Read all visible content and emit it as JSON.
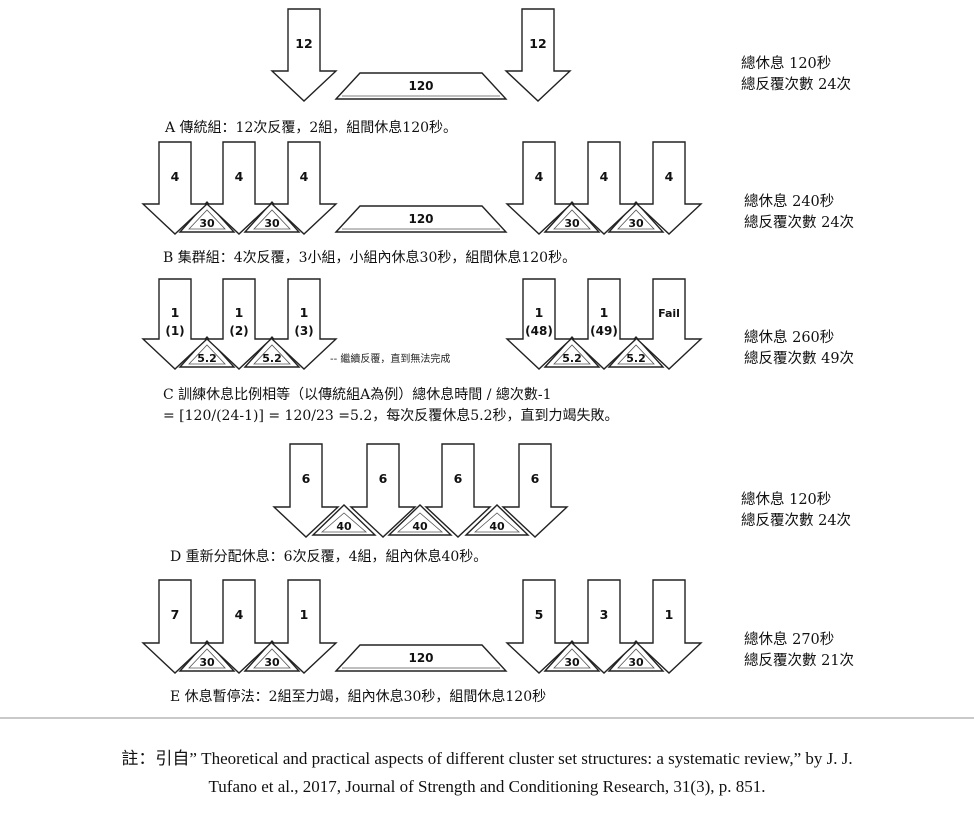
{
  "rows": [
    {
      "id": "A",
      "arrows": [
        {
          "label": "12",
          "sub": ""
        },
        {
          "label": "12",
          "sub": ""
        }
      ],
      "rests": [
        "120"
      ],
      "note": "",
      "caption": [
        "A 傳統組：12次反覆，2組，組間休息120秒。"
      ],
      "totals": [
        "總休息 120秒",
        "總反覆次數 24次"
      ]
    },
    {
      "id": "B",
      "arrows": [
        {
          "label": "4",
          "sub": ""
        },
        {
          "label": "4",
          "sub": ""
        },
        {
          "label": "4",
          "sub": ""
        },
        {
          "label": "4",
          "sub": ""
        },
        {
          "label": "4",
          "sub": ""
        },
        {
          "label": "4",
          "sub": ""
        }
      ],
      "rests": [
        "30",
        "30",
        "120",
        "30",
        "30"
      ],
      "note": "",
      "caption": [
        "B 集群組：4次反覆，3小組，小組內休息30秒，組間休息120秒。"
      ],
      "totals": [
        "總休息 240秒",
        "總反覆次數 24次"
      ]
    },
    {
      "id": "C",
      "arrows": [
        {
          "label": "1",
          "sub": "(1)"
        },
        {
          "label": "1",
          "sub": "(2)"
        },
        {
          "label": "1",
          "sub": "(3)"
        },
        {
          "label": "1",
          "sub": "(48)"
        },
        {
          "label": "1",
          "sub": "(49)"
        },
        {
          "label": "Fail",
          "sub": ""
        }
      ],
      "rests": [
        "5.2",
        "5.2",
        "5.2",
        "5.2"
      ],
      "note": "-- 繼續反覆，直到無法完成",
      "caption": [
        "C 訓練休息比例相等（以傳統組A為例）總休息時間 / 總次數-1",
        "= [120/(24-1)] = 120/23 =5.2，每次反覆休息5.2秒，直到力竭失敗。"
      ],
      "totals": [
        "總休息 260秒",
        "總反覆次數 49次"
      ]
    },
    {
      "id": "D",
      "arrows": [
        {
          "label": "6",
          "sub": ""
        },
        {
          "label": "6",
          "sub": ""
        },
        {
          "label": "6",
          "sub": ""
        },
        {
          "label": "6",
          "sub": ""
        }
      ],
      "rests": [
        "40",
        "40",
        "40"
      ],
      "note": "",
      "caption": [
        "D 重新分配休息：6次反覆，4組，組內休息40秒。"
      ],
      "totals": [
        "總休息 120秒",
        "總反覆次數 24次"
      ]
    },
    {
      "id": "E",
      "arrows": [
        {
          "label": "7",
          "sub": ""
        },
        {
          "label": "4",
          "sub": ""
        },
        {
          "label": "1",
          "sub": ""
        },
        {
          "label": "5",
          "sub": ""
        },
        {
          "label": "3",
          "sub": ""
        },
        {
          "label": "1",
          "sub": ""
        }
      ],
      "rests": [
        "30",
        "30",
        "120",
        "30",
        "30"
      ],
      "note": "",
      "caption": [
        "E 休息暫停法：2組至力竭，組內休息30秒，組間休息120秒"
      ],
      "totals": [
        "總休息 270秒",
        "總反覆次數 21次"
      ]
    }
  ],
  "footnote": {
    "line1": "註：引自” Theoretical and practical aspects of different cluster set structures: a systematic review,” by J. J.",
    "line2": "Tufano et al., 2017, Journal of Strength and Conditioning Research, 31(3), p. 851."
  }
}
